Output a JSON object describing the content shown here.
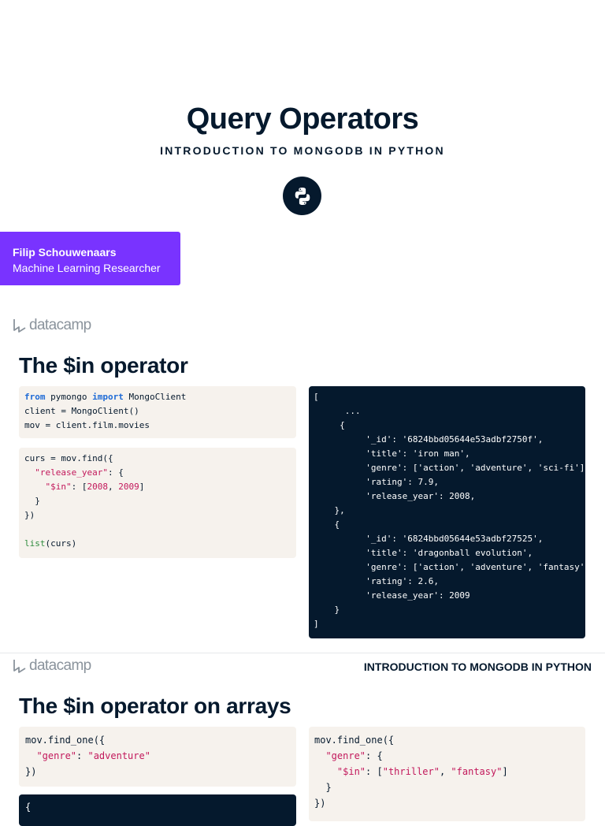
{
  "title_slide": {
    "title": "Query Operators",
    "course": "INTRODUCTION TO MONGODB IN PYTHON",
    "author": {
      "name": "Filip Schouwenaars",
      "role": "Machine Learning Researcher"
    }
  },
  "brand": {
    "logo_text": "datacamp"
  },
  "slide1": {
    "heading": "The $in operator",
    "setup_code": [
      [
        {
          "t": "from",
          "c": "kw"
        },
        {
          "t": " pymongo "
        },
        {
          "t": "import",
          "c": "kw"
        },
        {
          "t": " MongoClient"
        }
      ],
      [
        {
          "t": "client = MongoClient()"
        }
      ],
      [
        {
          "t": "mov = client.film.movies"
        }
      ]
    ],
    "query_code": [
      [
        {
          "t": "curs = mov.find({"
        }
      ],
      [
        {
          "t": "  "
        },
        {
          "t": "\"release_year\"",
          "c": "str"
        },
        {
          "t": ": {"
        }
      ],
      [
        {
          "t": "    "
        },
        {
          "t": "\"$in\"",
          "c": "str"
        },
        {
          "t": ": ["
        },
        {
          "t": "2008",
          "c": "num"
        },
        {
          "t": ", "
        },
        {
          "t": "2009",
          "c": "num"
        },
        {
          "t": "]"
        }
      ],
      [
        {
          "t": "  }"
        }
      ],
      [
        {
          "t": "})"
        }
      ],
      [
        {
          "t": ""
        }
      ],
      [
        {
          "t": "list",
          "c": "fn"
        },
        {
          "t": "(curs)"
        }
      ]
    ],
    "output_code": [
      [
        {
          "t": "["
        }
      ],
      [
        {
          "t": "      ..."
        }
      ],
      [
        {
          "t": "     {"
        }
      ],
      [
        {
          "t": "          '_id': '6824bbd05644e53adbf2750f',"
        }
      ],
      [
        {
          "t": "          'title': 'iron man',"
        }
      ],
      [
        {
          "t": "          'genre': ['action', 'adventure', 'sci-fi'],"
        }
      ],
      [
        {
          "t": "          'rating': 7.9,"
        }
      ],
      [
        {
          "t": "          'release_year': 2008,"
        }
      ],
      [
        {
          "t": "    },"
        }
      ],
      [
        {
          "t": "    {"
        }
      ],
      [
        {
          "t": "          '_id': '6824bbd05644e53adbf27525',"
        }
      ],
      [
        {
          "t": "          'title': 'dragonball evolution',"
        }
      ],
      [
        {
          "t": "          'genre': ['action', 'adventure', 'fantasy'],"
        }
      ],
      [
        {
          "t": "          'rating': 2.6,"
        }
      ],
      [
        {
          "t": "          'release_year': 2009"
        }
      ],
      [
        {
          "t": "    }"
        }
      ],
      [
        {
          "t": "]"
        }
      ]
    ]
  },
  "slide2": {
    "course_footer": "INTRODUCTION TO MONGODB IN PYTHON",
    "heading": "The $in operator on arrays",
    "left_code": [
      [
        {
          "t": "mov.find_one({"
        }
      ],
      [
        {
          "t": "  "
        },
        {
          "t": "\"genre\"",
          "c": "str"
        },
        {
          "t": ": "
        },
        {
          "t": "\"adventure\"",
          "c": "str"
        }
      ],
      [
        {
          "t": "})"
        }
      ]
    ],
    "left_output": [
      [
        {
          "t": "{"
        }
      ]
    ],
    "right_code": [
      [
        {
          "t": "mov.find_one({"
        }
      ],
      [
        {
          "t": "  "
        },
        {
          "t": "\"genre\"",
          "c": "str"
        },
        {
          "t": ": {"
        }
      ],
      [
        {
          "t": "    "
        },
        {
          "t": "\"$in\"",
          "c": "str"
        },
        {
          "t": ": ["
        },
        {
          "t": "\"thriller\"",
          "c": "str"
        },
        {
          "t": ", "
        },
        {
          "t": "\"fantasy\"",
          "c": "str"
        },
        {
          "t": "]"
        }
      ],
      [
        {
          "t": "  }"
        }
      ],
      [
        {
          "t": "})"
        }
      ]
    ]
  }
}
